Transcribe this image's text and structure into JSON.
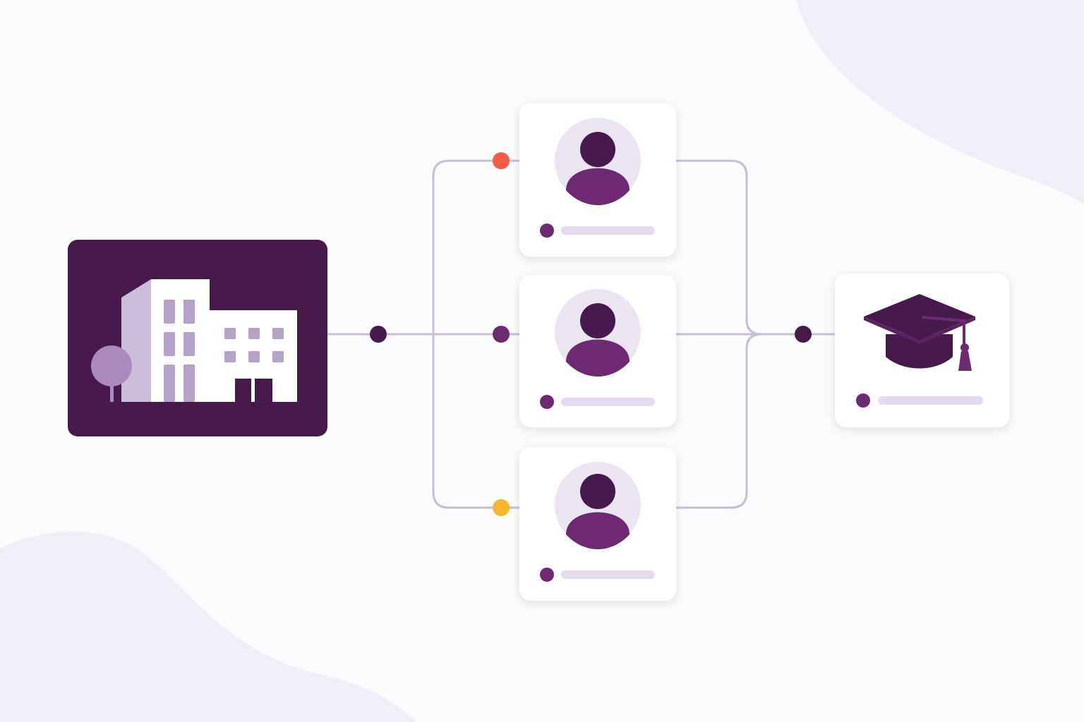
{
  "colors": {
    "background": "#fbfafc",
    "blob": "#f1eef7",
    "institution_fill": "#461a4a",
    "building_light": "#ffffff",
    "building_shade": "#cbbdd9",
    "window": "#b6a2c8",
    "tree": "#a98cbd",
    "card": "#ffffff",
    "avatar_ring": "#ebe4f1",
    "avatar_head": "#461a4a",
    "avatar_body": "#6d2a73",
    "connector_line": "#c9bcd8",
    "node_dark": "#461a4a",
    "node_mid": "#6d2a73",
    "dot_red": "#f35a48",
    "dot_amber": "#f8b52e",
    "placeholder_bar": "#e4dbee"
  },
  "diagram": {
    "nodes": [
      {
        "id": "institution",
        "icon": "school-building-icon"
      },
      {
        "id": "person-1",
        "icon": "user-avatar-icon",
        "status_color": "red"
      },
      {
        "id": "person-2",
        "icon": "user-avatar-icon",
        "status_color": "purple"
      },
      {
        "id": "person-3",
        "icon": "user-avatar-icon",
        "status_color": "amber"
      },
      {
        "id": "graduation",
        "icon": "graduation-cap-icon"
      }
    ],
    "edges": [
      {
        "from": "institution",
        "to": "person-1"
      },
      {
        "from": "institution",
        "to": "person-2"
      },
      {
        "from": "institution",
        "to": "person-3"
      },
      {
        "from": "person-1",
        "to": "graduation"
      },
      {
        "from": "person-2",
        "to": "graduation"
      },
      {
        "from": "person-3",
        "to": "graduation"
      }
    ]
  }
}
